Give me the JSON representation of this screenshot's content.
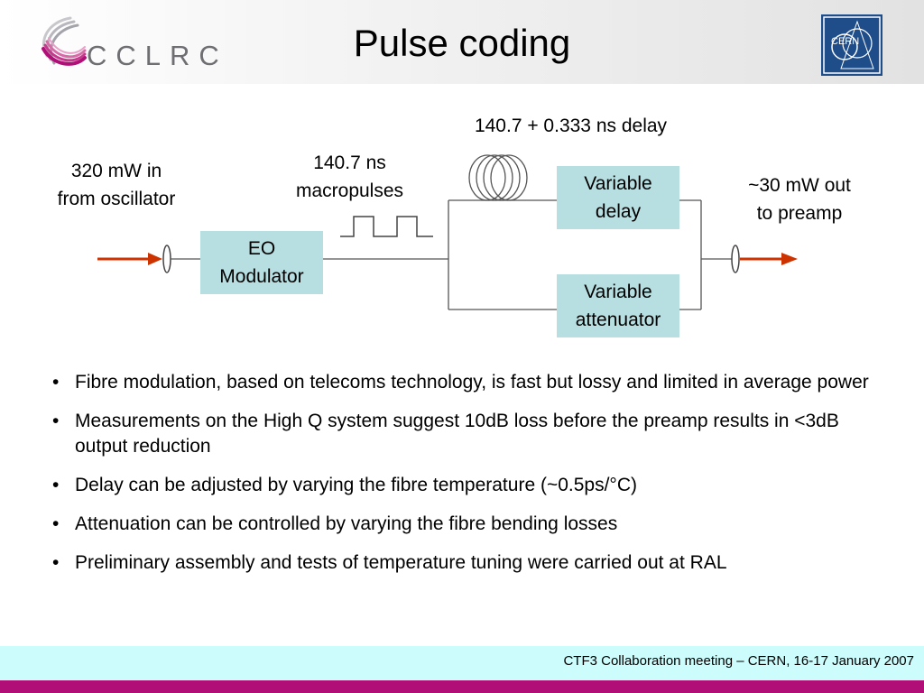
{
  "header": {
    "logo_text": "CCLRC",
    "title": "Pulse coding",
    "right_logo_text": "CERN"
  },
  "diagram": {
    "input_label": [
      "320 mW in",
      "from oscillator"
    ],
    "pulse_label": [
      "140.7 ns",
      "macropulses"
    ],
    "delay_label": "140.7 + 0.333 ns delay",
    "output_label": [
      "~30 mW out",
      "to preamp"
    ],
    "eo_modulator": [
      "EO",
      "Modulator"
    ],
    "variable_delay": [
      "Variable",
      "delay"
    ],
    "variable_attenuator": [
      "Variable",
      "attenuator"
    ],
    "colors": {
      "box_fill": "#b7dfe1",
      "arrow": "#cc3300",
      "line": "#555555"
    }
  },
  "bullets": [
    "Fibre modulation, based on telecoms technology, is fast but lossy and limited in average power",
    "Measurements on the High Q system suggest 10dB loss before the preamp results in <3dB output reduction",
    "Delay can be adjusted by varying the fibre temperature (~0.5ps/°C)",
    "Attenuation can be controlled by varying the fibre bending losses",
    "Preliminary assembly and tests of temperature tuning were carried out at RAL"
  ],
  "footer": {
    "text": "CTF3 Collaboration meeting – CERN, 16-17 January 2007",
    "colors": {
      "band": "#ccfcfc",
      "bar": "#b10e78"
    }
  }
}
